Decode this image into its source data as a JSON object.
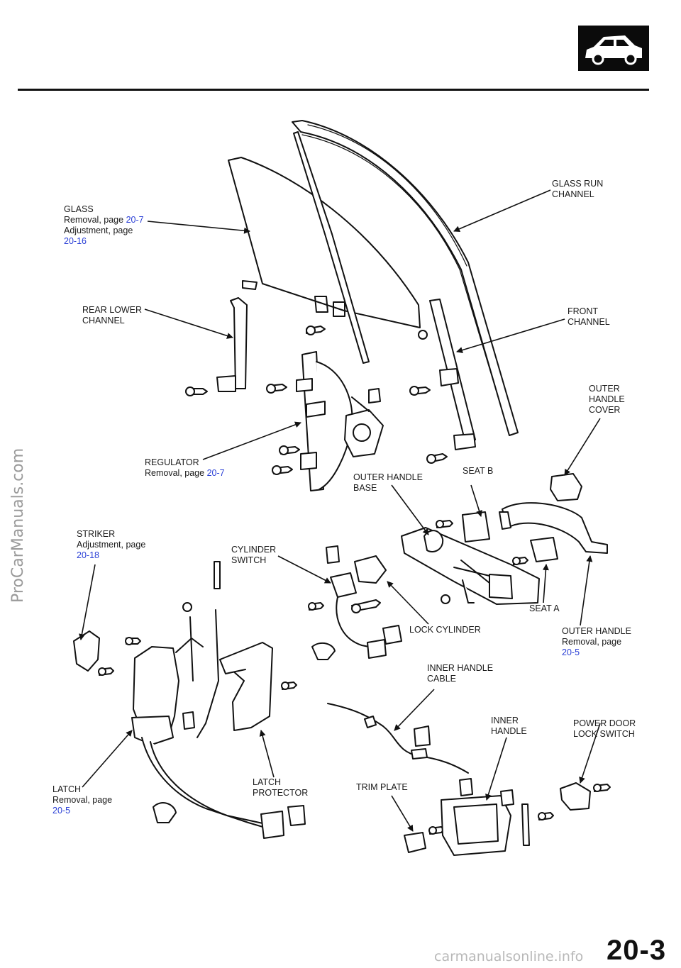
{
  "header": {
    "icon": "car-icon"
  },
  "watermarks": {
    "side": "ProCarManuals.com",
    "footer": "carmanualsonline.info"
  },
  "page_number": "20-3",
  "labels": {
    "glass": {
      "name": "GLASS",
      "l1": "Removal, page ",
      "l1link": "20-7",
      "l2": "Adjustment,  page",
      "l3link": "20-16"
    },
    "glass_run_channel": {
      "l1": "GLASS  RUN",
      "l2": "CHANNEL"
    },
    "rear_lower_channel": {
      "l1": "REAR  LOWER",
      "l2": "CHANNEL"
    },
    "front_channel": {
      "l1": "FRONT",
      "l2": "CHANNEL"
    },
    "outer_handle_cover": {
      "l1": "OUTER",
      "l2": "HANDLE",
      "l3": "COVER"
    },
    "regulator": {
      "name": "REGULATOR",
      "l1": "Removal, page ",
      "l1link": "20-7"
    },
    "outer_handle_base": {
      "l1": "OUTER HANDLE",
      "l2": "BASE"
    },
    "seat_b": "SEAT B",
    "striker": {
      "name": "STRIKER",
      "l1": "Adjustment,   page",
      "l2link": "20-18"
    },
    "cylinder_switch": {
      "l1": "CYLINDER",
      "l2": "SWITCH"
    },
    "seat_a": "SEAT A",
    "lock_cylinder": "LOCK CYLINDER",
    "outer_handle": {
      "name": "OUTER  HANDLE",
      "l1": "Removal,  page",
      "l2link": "20-5"
    },
    "inner_handle_cable": {
      "l1": "INNER  HANDLE",
      "l2": "CABLE"
    },
    "power_door_lock_switch": {
      "l1": "POWER DOOR",
      "l2": "LOCK  SWITCH"
    },
    "inner_handle": {
      "l1": "INNER",
      "l2": "HANDLE"
    },
    "latch": {
      "name": "LATCH",
      "l1": "Removal, page",
      "l2link": "20-5"
    },
    "latch_protector": {
      "l1": "LATCH",
      "l2": "PROTECTOR"
    },
    "trim_plate": "TRIM PLATE"
  }
}
